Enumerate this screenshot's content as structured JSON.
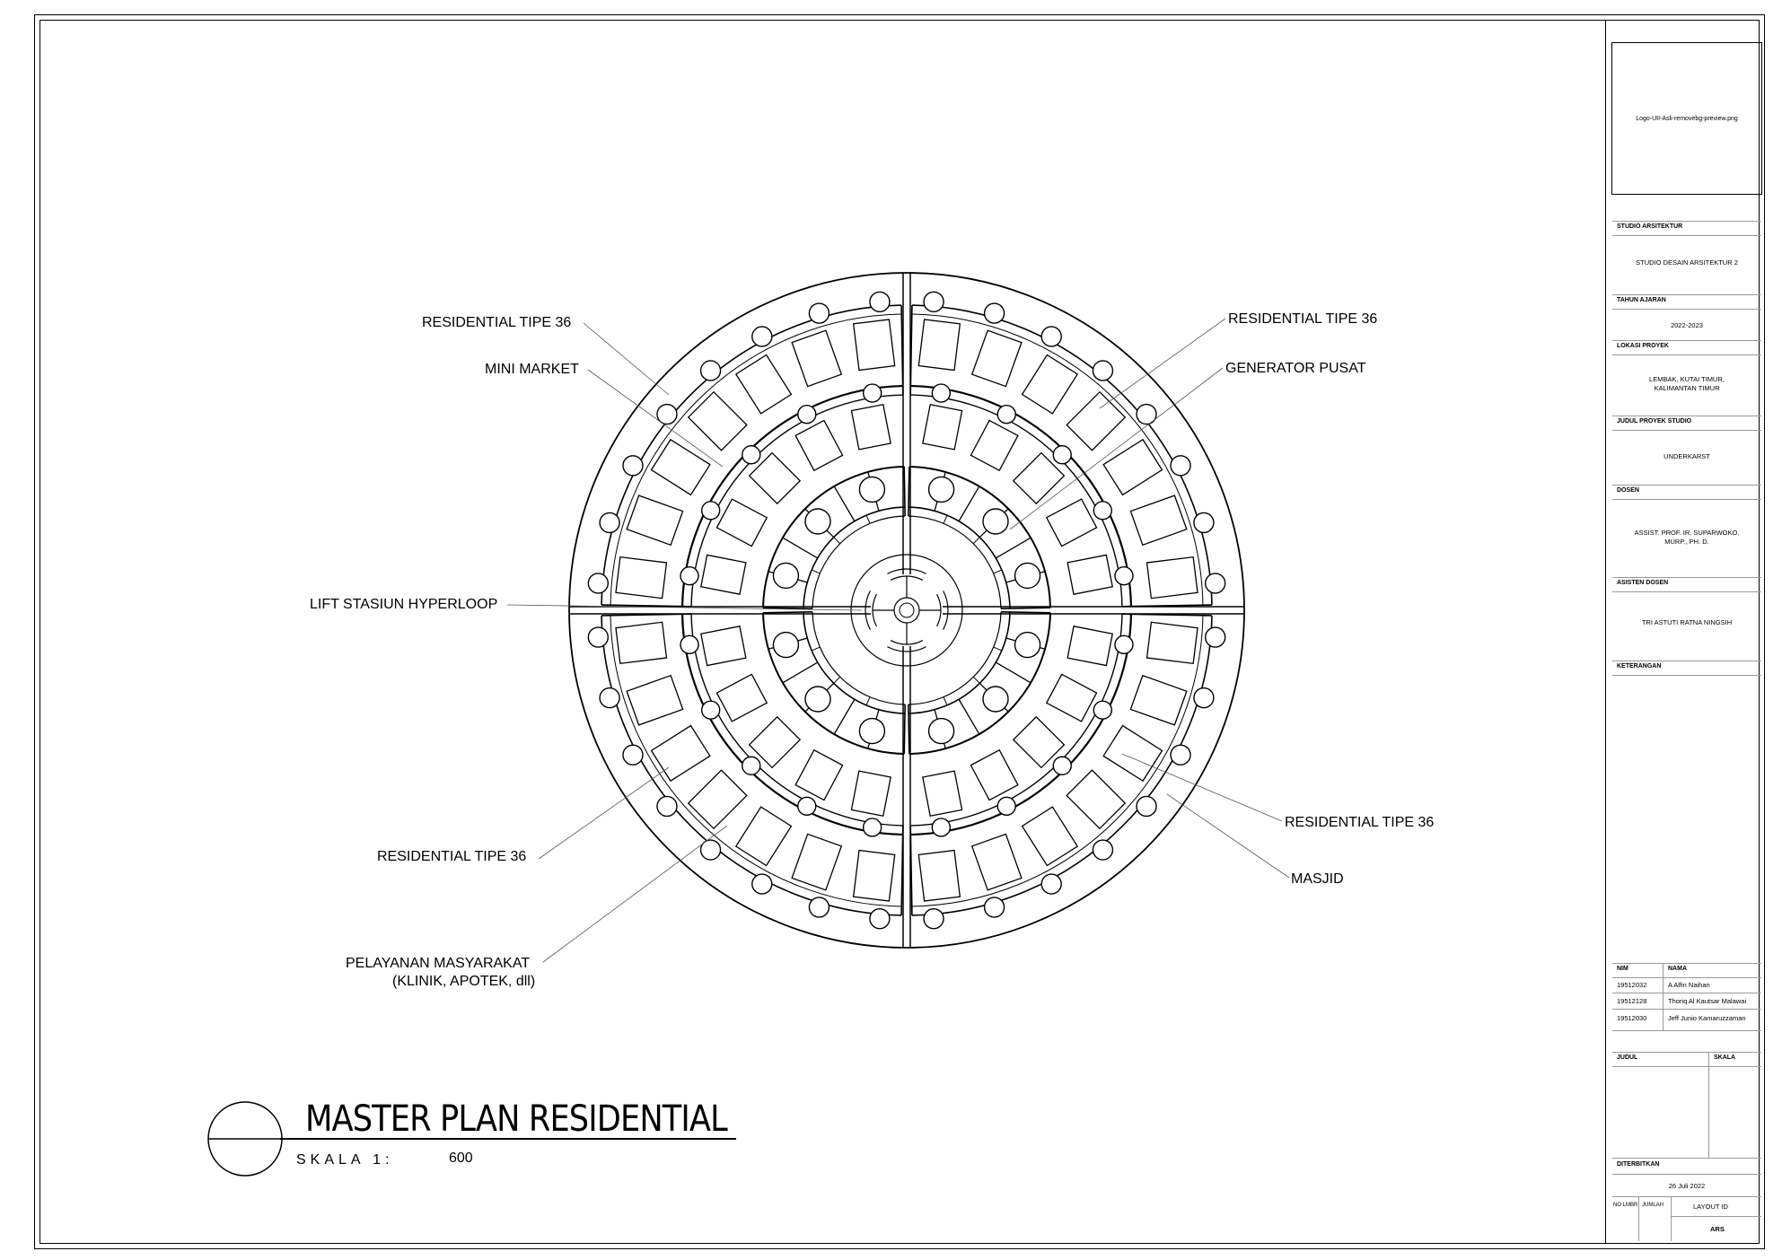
{
  "logo": {
    "placeholder": "Logo-UII-Asli-removebg-preview.png"
  },
  "title_block": {
    "studio_label": "STUDIO ARSITEKTUR",
    "studio_value": "STUDIO DESAIN ARSITEKTUR 2",
    "year_label": "TAHUN AJARAN",
    "year_value": "2022-2023",
    "location_label": "LOKASI PROYEK",
    "location_line1": "LEMBAK, KUTAI TIMUR,",
    "location_line2": "KALIMANTAN TIMUR",
    "project_label": "JUDUL PROYEK STUDIO",
    "project_value": "UNDERKARST",
    "lecturer_label": "DOSEN",
    "lecturer_line1": "ASSIST. PROF. IR. SUPARWOKO.",
    "lecturer_line2": "MURP., PH. D.",
    "assistant_label": "ASISTEN DOSEN",
    "assistant_value": "TRI ASTUTI RATNA NINGSIH",
    "notes_label": "KETERANGAN",
    "nim_header": "NIM",
    "name_header": "NAMA",
    "students": [
      {
        "nim": "19512032",
        "name": "A Alfin Naihan"
      },
      {
        "nim": "19512128",
        "name": "Thoriq Al Kautsar Malawai"
      },
      {
        "nim": "19512030",
        "name": "Jeff Junio Kamaruzzaman"
      }
    ],
    "judul_label": "JUDUL",
    "skala_label": "SKALA",
    "published_label": "DITERBITKAN",
    "published_value": "26 Juli 2022",
    "no_lmbr": "NO LMBR",
    "jumlah": "JUMLAH",
    "layout_id_label": "LAYOUT ID",
    "layout_id_value": "ARS"
  },
  "labels": {
    "res_tl": "RESIDENTIAL TIPE  36",
    "mini_market": "MINI MARKET",
    "lift": "LIFT STASIUN HYPERLOOP",
    "res_bl": "RESIDENTIAL TIPE  36",
    "pelayanan1": "PELAYANAN MASYARAKAT",
    "pelayanan2": "(KLINIK, APOTEK, dll)",
    "res_tr": "RESIDENTIAL TIPE  36",
    "generator": "GENERATOR PUSAT",
    "res_br": "RESIDENTIAL TIPE  36",
    "masjid": "MASJID"
  },
  "drawing_title": {
    "main": "MASTER PLAN RESIDENTIAL",
    "scale_label": "SKALA 1:",
    "scale_value": "600"
  }
}
